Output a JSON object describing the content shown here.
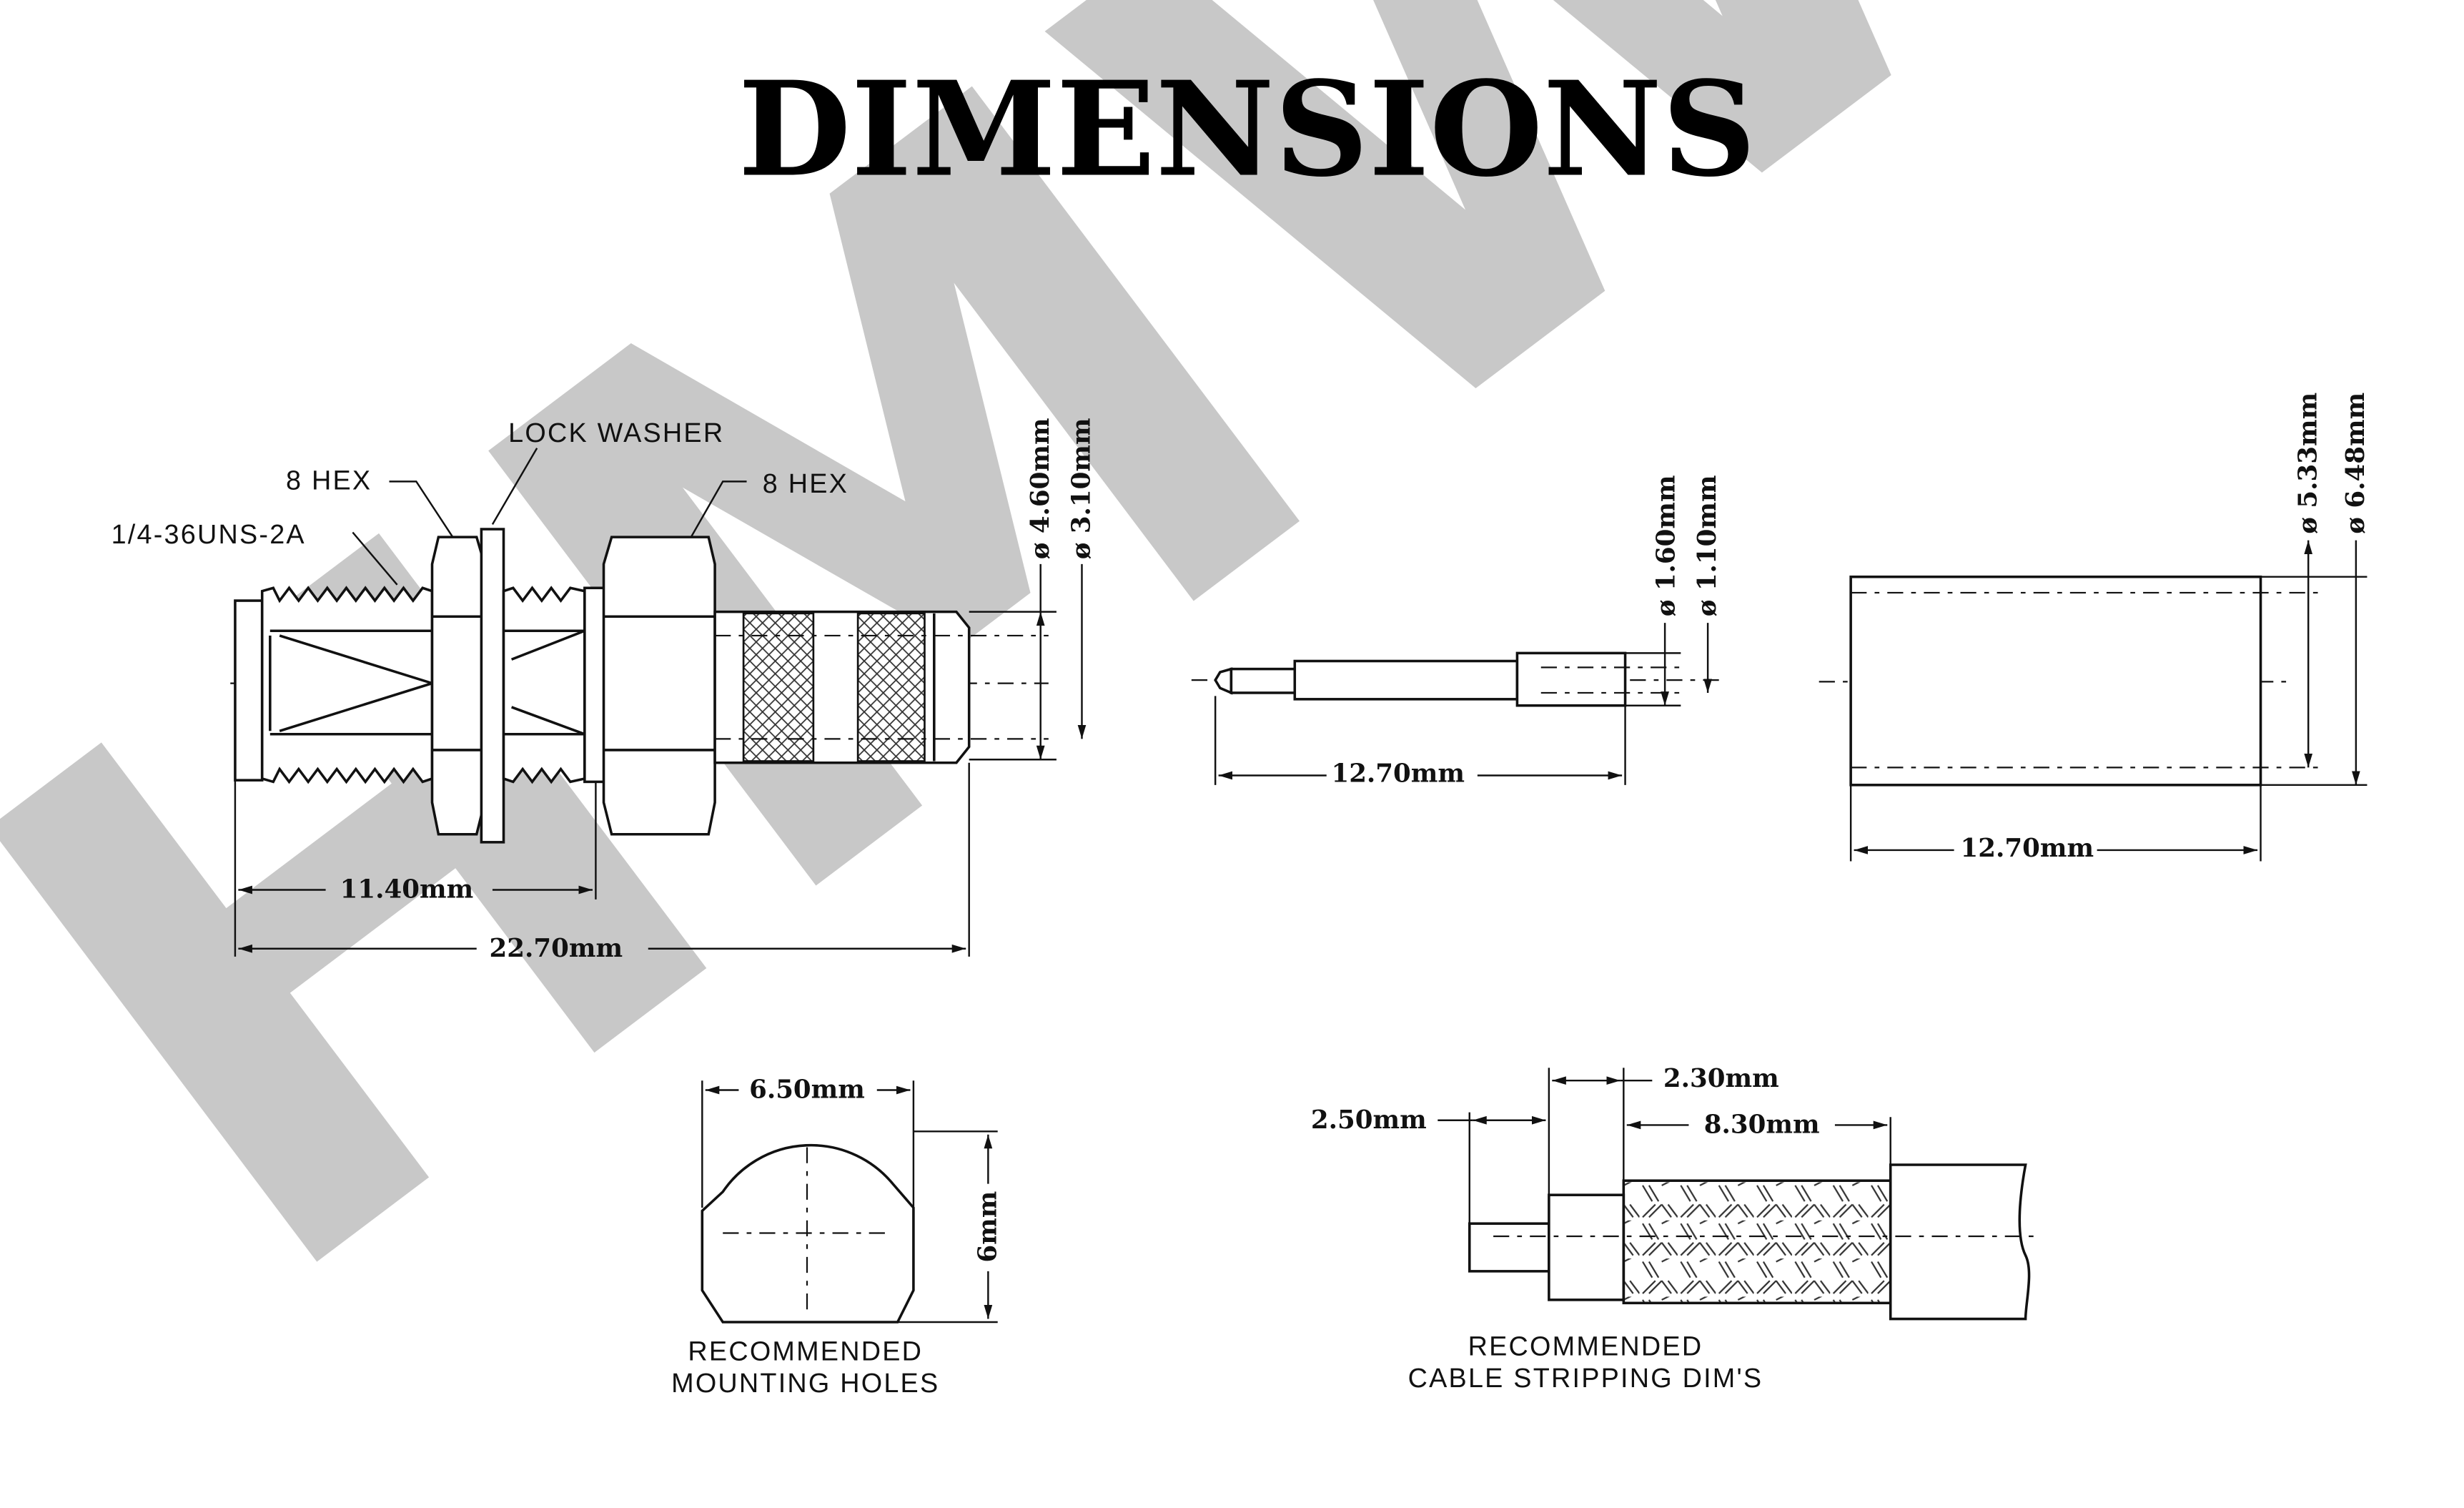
{
  "title": "DIMENSIONS",
  "watermark": "HMWS",
  "connector": {
    "thread_label": "1/4-36UNS-2A",
    "hex1_label": "8 HEX",
    "washer_label": "LOCK WASHER",
    "hex2_label": "8 HEX",
    "dia_outer": "ø 4.60mm",
    "dia_inner": "ø 3.10mm",
    "len_partial": "11.40mm",
    "len_total": "22.70mm"
  },
  "pin": {
    "dia_outer": "ø 1.60mm",
    "dia_inner": "ø 1.10mm",
    "length": "12.70mm"
  },
  "ferrule": {
    "dia_inner": "ø 5.33mm",
    "dia_outer": "ø 6.48mm",
    "length": "12.70mm"
  },
  "mounting_hole": {
    "width": "6.50mm",
    "height": "6mm",
    "caption_line1": "RECOMMENDED",
    "caption_line2": "MOUNTING HOLES"
  },
  "cable_strip": {
    "dim_dielectric": "2.30mm",
    "dim_conductor": "2.50mm",
    "dim_braid": "8.30mm",
    "caption_line1": "RECOMMENDED",
    "caption_line2": "CABLE STRIPPING DIM'S"
  },
  "colors": {
    "ink": "#111111",
    "watermark": "#c8c8c8"
  }
}
